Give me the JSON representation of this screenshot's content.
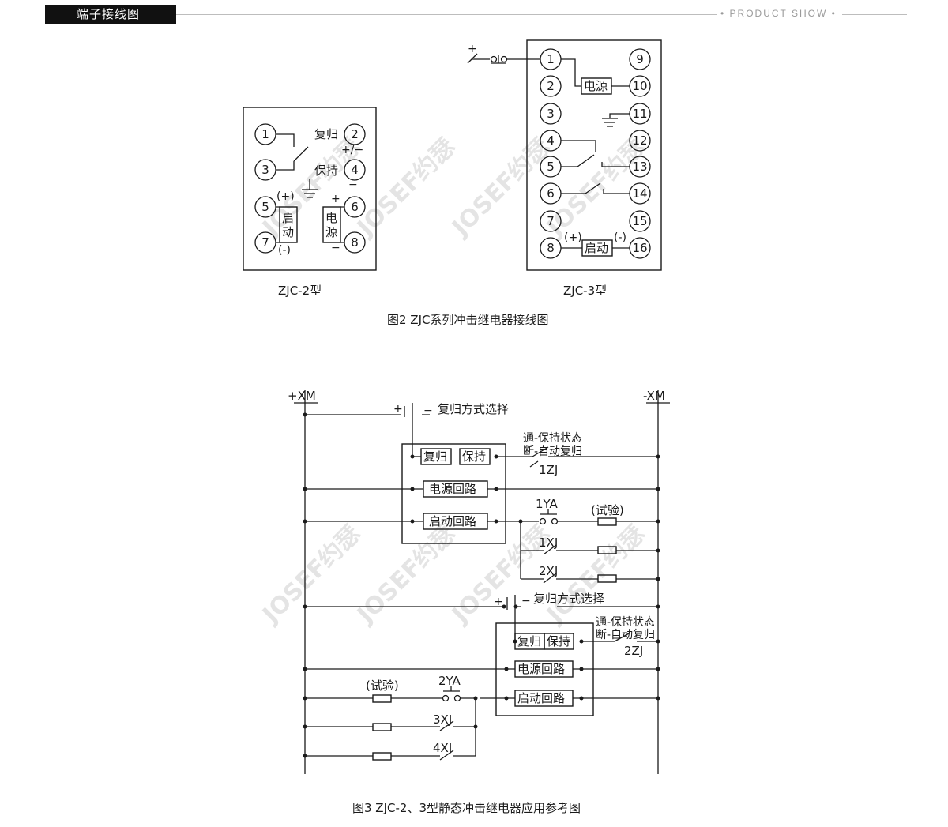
{
  "header": {
    "title": "端子接线图",
    "product_show": "• PRODUCT SHOW •"
  },
  "figure2": {
    "caption": "图2   ZJC系列冲击继电器接线图",
    "zjc2": {
      "label": "ZJC-2型",
      "terminals": [
        "1",
        "2",
        "3",
        "4",
        "5",
        "6",
        "7",
        "8"
      ],
      "text_reset": "复归",
      "text_hold": "保持",
      "pm": "+/−",
      "minus": "−",
      "plus": "+",
      "start_plus": "(+)",
      "start_minus": "(-)",
      "start_chars": [
        "启",
        "动"
      ],
      "power_chars": [
        "电",
        "源"
      ]
    },
    "zjc3": {
      "label": "ZJC-3型",
      "terminals_left": [
        "1",
        "2",
        "3",
        "4",
        "5",
        "6",
        "7",
        "8"
      ],
      "terminals_right": [
        "9",
        "10",
        "11",
        "12",
        "13",
        "14",
        "15",
        "16"
      ],
      "power": "电源",
      "start": "启动",
      "start_plus": "(+)",
      "start_minus": "(-)",
      "plus": "+"
    }
  },
  "figure3": {
    "caption": "图3   ZJC-2、3型静态冲击继电器应用参考图",
    "bus_plus": "+XM",
    "bus_minus": "-XM",
    "plus": "+",
    "minus": "−",
    "reset_mode_select": "复归方式选择",
    "reset": "复归",
    "hold": "保持",
    "power_loop": "电源回路",
    "start_loop": "启动回路",
    "note_on": "通-保持状态",
    "note_off": "断-自动复归",
    "zj1": "1ZJ",
    "zj2": "2ZJ",
    "ya1": "1YA",
    "ya2": "2YA",
    "test": "(试验)",
    "xj1": "1XJ",
    "xj2": "2XJ",
    "xj3": "3XJ",
    "xj4": "4XJ"
  },
  "watermark": "JOSEF约瑟"
}
